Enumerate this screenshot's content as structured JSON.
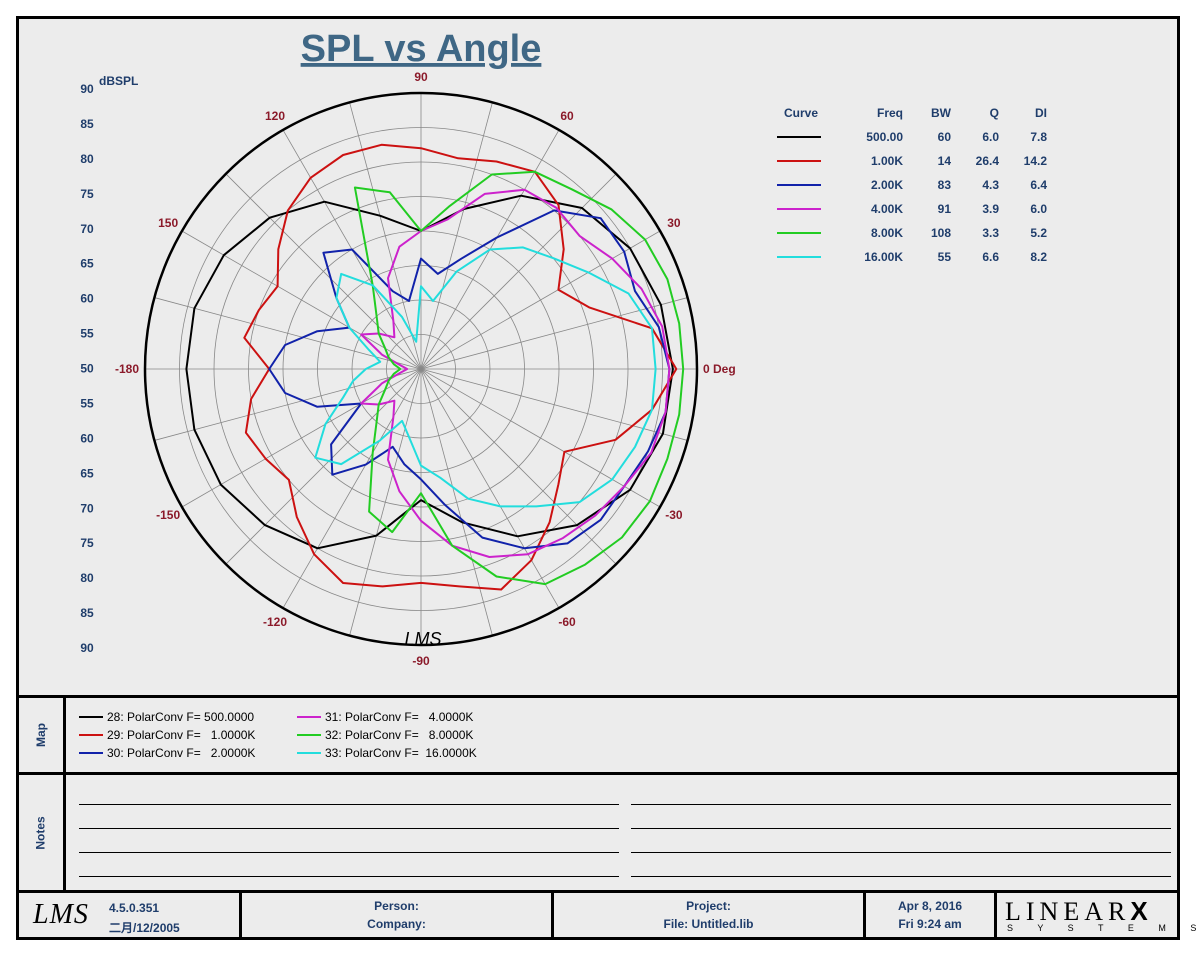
{
  "chart_data": {
    "type": "polar",
    "title": "SPL vs Angle",
    "radial_unit": "dBSPL",
    "radial_range": [
      50,
      90
    ],
    "radial_ticks": [
      90,
      85,
      80,
      75,
      70,
      65,
      60,
      55,
      50,
      55,
      60,
      65,
      70,
      75,
      80,
      85,
      90
    ],
    "angle_labels": [
      {
        "angle": 90,
        "text": "90"
      },
      {
        "angle": 60,
        "text": "60"
      },
      {
        "angle": 30,
        "text": "30"
      },
      {
        "angle": 0,
        "text": "0 Deg"
      },
      {
        "angle": -30,
        "text": "-30"
      },
      {
        "angle": -60,
        "text": "-60"
      },
      {
        "angle": -90,
        "text": "-90"
      },
      {
        "angle": -120,
        "text": "-120"
      },
      {
        "angle": -150,
        "text": "-150"
      },
      {
        "angle": 180,
        "text": "-180"
      },
      {
        "angle": 150,
        "text": "150"
      },
      {
        "angle": 120,
        "text": "120"
      }
    ],
    "watermark": "LMS",
    "table_headers": [
      "Curve",
      "Freq",
      "BW",
      "Q",
      "DI"
    ],
    "series": [
      {
        "name": "500.00",
        "color": "#000000",
        "freq": "500.00",
        "bw": "60",
        "q": "6.0",
        "di": "7.8",
        "angles": [
          0,
          15,
          30,
          45,
          60,
          75,
          90,
          105,
          120,
          135,
          150,
          165,
          180,
          -165,
          -150,
          -135,
          -120,
          -105,
          -90,
          -75,
          -60,
          -45,
          -30,
          -15
        ],
        "values": [
          86.5,
          86,
          85,
          83,
          79,
          74,
          70,
          73,
          78,
          81,
          83,
          84,
          84,
          84,
          83.5,
          82,
          80,
          75,
          69,
          73,
          78,
          82,
          85,
          86.3
        ]
      },
      {
        "name": "1.00K",
        "color": "#cc1111",
        "freq": "1.00K",
        "bw": "14",
        "q": "26.4",
        "di": "14.2",
        "angles": [
          0,
          10,
          20,
          30,
          40,
          50,
          60,
          70,
          80,
          90,
          100,
          110,
          120,
          130,
          140,
          150,
          160,
          170,
          180,
          -170,
          -160,
          -150,
          -140,
          -130,
          -120,
          -110,
          -100,
          -90,
          -80,
          -70,
          -60,
          -50,
          -40,
          -30,
          -20,
          -10
        ],
        "values": [
          87,
          84,
          76,
          73,
          77,
          81,
          83,
          82,
          81,
          82,
          83,
          83,
          82,
          80,
          77,
          74,
          75,
          76,
          72,
          75,
          77,
          76,
          75,
          78,
          81,
          83,
          82,
          81,
          82,
          84,
          82,
          79,
          76,
          74,
          80,
          84
        ]
      },
      {
        "name": "2.00K",
        "color": "#1122aa",
        "freq": "2.00K",
        "bw": "83",
        "q": "4.3",
        "di": "6.4",
        "angles": [
          0,
          10,
          20,
          30,
          40,
          50,
          60,
          70,
          80,
          90,
          100,
          110,
          120,
          130,
          140,
          150,
          160,
          170,
          180,
          -170,
          -160,
          -150,
          -140,
          -130,
          -120,
          -110,
          -100,
          -90,
          -80,
          -70,
          -60,
          -50,
          -40,
          -30,
          -20,
          -10
        ],
        "values": [
          86,
          85,
          83,
          84,
          84,
          80,
          72,
          67,
          64,
          66,
          60,
          62,
          70,
          72,
          66,
          62,
          66,
          70,
          72,
          70,
          66,
          60,
          67,
          70,
          66,
          62,
          64,
          66,
          70,
          76,
          80,
          83,
          84,
          84,
          85,
          86
        ]
      },
      {
        "name": "4.00K",
        "color": "#cc22cc",
        "freq": "4.00K",
        "bw": "91",
        "q": "3.9",
        "di": "6.0",
        "angles": [
          0,
          10,
          20,
          30,
          40,
          50,
          60,
          70,
          80,
          90,
          100,
          110,
          120,
          130,
          140,
          150,
          160,
          170,
          180,
          -170,
          -160,
          -150,
          -140,
          -130,
          -120,
          -110,
          -100,
          -90,
          -80,
          -70,
          -60,
          -50,
          -40,
          -30,
          -20,
          -10
        ],
        "values": [
          86,
          85.5,
          84,
          82,
          80,
          80.5,
          80,
          77,
          72,
          70,
          68,
          64,
          58,
          56,
          58,
          60,
          56,
          53,
          52,
          53,
          56,
          60,
          58,
          56,
          58,
          64,
          68,
          72,
          76,
          79,
          81,
          82,
          83,
          84,
          85.5,
          86
        ]
      },
      {
        "name": "8.00K",
        "color": "#22cc22",
        "freq": "8.00K",
        "bw": "108",
        "q": "3.3",
        "di": "5.2",
        "angles": [
          0,
          10,
          20,
          30,
          40,
          50,
          60,
          70,
          80,
          90,
          100,
          110,
          120,
          130,
          140,
          150,
          160,
          170,
          180,
          -170,
          -160,
          -150,
          -140,
          -130,
          -120,
          -110,
          -100,
          -90,
          -80,
          -70,
          -60,
          -50,
          -40,
          -30,
          -20,
          -10
        ],
        "values": [
          88,
          88,
          88,
          87.5,
          86,
          84,
          83,
          80,
          74,
          70,
          76,
          78,
          64,
          60,
          58,
          56,
          55,
          54,
          53,
          54,
          55,
          56,
          58,
          60,
          64,
          72,
          74,
          68,
          76,
          82,
          86,
          87,
          88,
          88.3,
          88,
          88
        ]
      },
      {
        "name": "16.00K",
        "color": "#22dddd",
        "freq": "16.00K",
        "bw": "55",
        "q": "6.6",
        "di": "8.2",
        "angles": [
          0,
          10,
          20,
          30,
          40,
          50,
          60,
          70,
          80,
          90,
          100,
          110,
          120,
          130,
          140,
          150,
          160,
          170,
          180,
          -170,
          -160,
          -150,
          -140,
          -130,
          -120,
          -110,
          -100,
          -90,
          -80,
          -70,
          -60,
          -50,
          -40,
          -30,
          -20,
          -10
        ],
        "values": [
          84,
          84,
          82,
          78,
          75,
          73,
          70,
          65,
          60,
          62,
          54,
          58,
          64,
          68,
          66,
          62,
          58,
          56,
          58,
          60,
          62,
          66,
          70,
          68,
          62,
          58,
          60,
          64,
          66,
          70,
          73,
          76,
          80,
          82,
          83,
          84
        ]
      }
    ]
  },
  "map": {
    "label": "Map",
    "items": [
      {
        "text": "28: PolarConv F= 500.0000",
        "color": "#000000"
      },
      {
        "text": "29: PolarConv F=   1.0000K",
        "color": "#cc1111"
      },
      {
        "text": "30: PolarConv F=   2.0000K",
        "color": "#1122aa"
      },
      {
        "text": "31: PolarConv F=   4.0000K",
        "color": "#cc22cc"
      },
      {
        "text": "32: PolarConv F=   8.0000K",
        "color": "#22cc22"
      },
      {
        "text": "33: PolarConv F=  16.0000K",
        "color": "#22dddd"
      }
    ]
  },
  "notes": {
    "label": "Notes"
  },
  "footer": {
    "logo": "LMS",
    "version": "4.5.0.351",
    "date_code": "二月/12/2005",
    "person_label": "Person:",
    "company_label": "Company:",
    "project_label": "Project:",
    "file_label": "File: Untitled.lib",
    "date": "Apr  8, 2016",
    "time": "Fri  9:24 am",
    "brand": "LINEAR",
    "brand_x": "X",
    "brand_sub": "S Y S T E M S"
  }
}
